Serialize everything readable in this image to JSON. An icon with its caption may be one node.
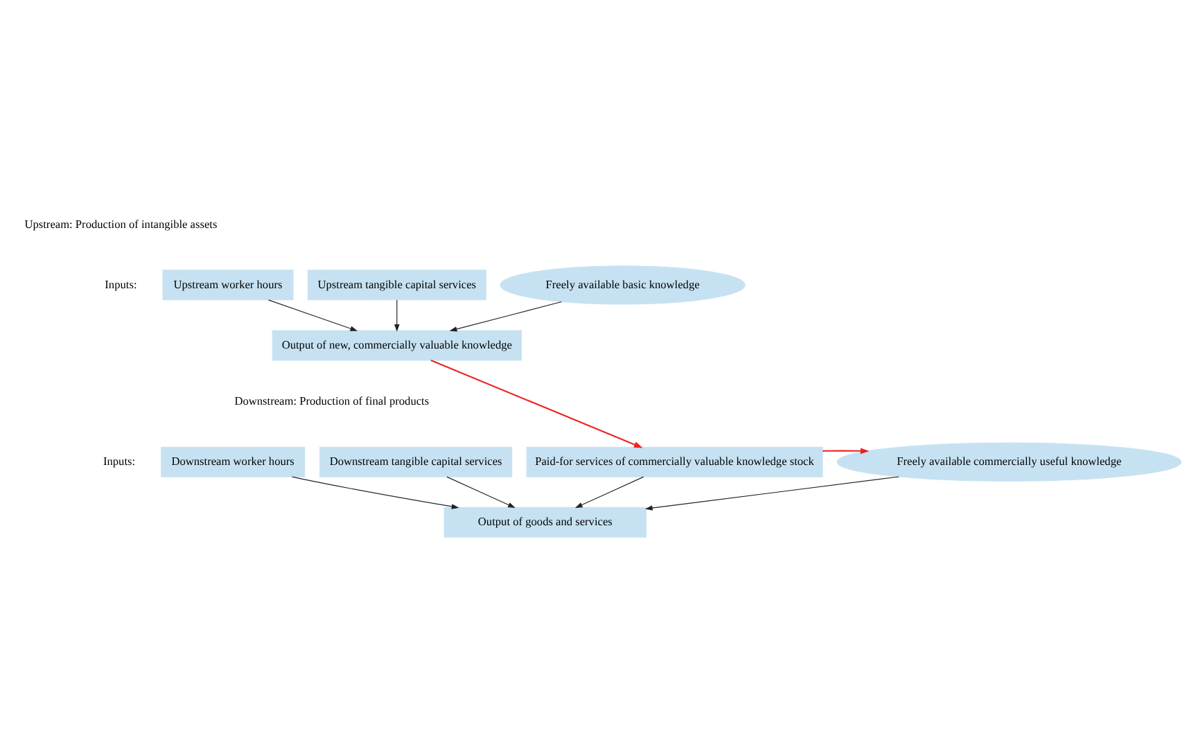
{
  "diagram": {
    "nodes": [
      {
        "text": [
          "Upstream worker hours"
        ]
      },
      {
        "text": [
          "Upstream tangible capital services"
        ]
      },
      {
        "text": [
          "Freely available basic knowledge"
        ]
      },
      {
        "text": [
          "Output of new, commercially valuable knowledge"
        ]
      },
      {
        "text": [
          "Downstream worker hours"
        ]
      },
      {
        "text": [
          "Downstream tangible capital services"
        ]
      },
      {
        "text": [
          "Paid-for services of commercially valuable knowledge stock"
        ]
      },
      {
        "text": [
          "Freely available commercially useful knowledge"
        ]
      },
      {
        "text": [
          "Output of goods and services"
        ]
      }
    ],
    "edges": [
      {
        "from": 0,
        "to": 3,
        "arrow": "to"
      },
      {
        "from": 1,
        "to": 3,
        "arrow": "to"
      },
      {
        "from": 2,
        "to": 3,
        "arrow": "to"
      },
      {
        "from": 3,
        "to": 6,
        "arrow": "to",
        "color": "#ee2222"
      },
      {
        "from": 6,
        "to": 7,
        "arrow": "to",
        "color": "#ee2222"
      },
      {
        "from": 4,
        "to": 8,
        "arrow": "to"
      },
      {
        "from": 5,
        "to": 8,
        "arrow": "to"
      },
      {
        "from": 6,
        "to": 8,
        "arrow": "to"
      },
      {
        "from": 7,
        "to": 8,
        "arrow": "to"
      }
    ],
    "labels": [
      "Upstream: Production of intangible assets",
      "Inputs:",
      "Downstream: Production of final products",
      "Inputs:"
    ]
  }
}
